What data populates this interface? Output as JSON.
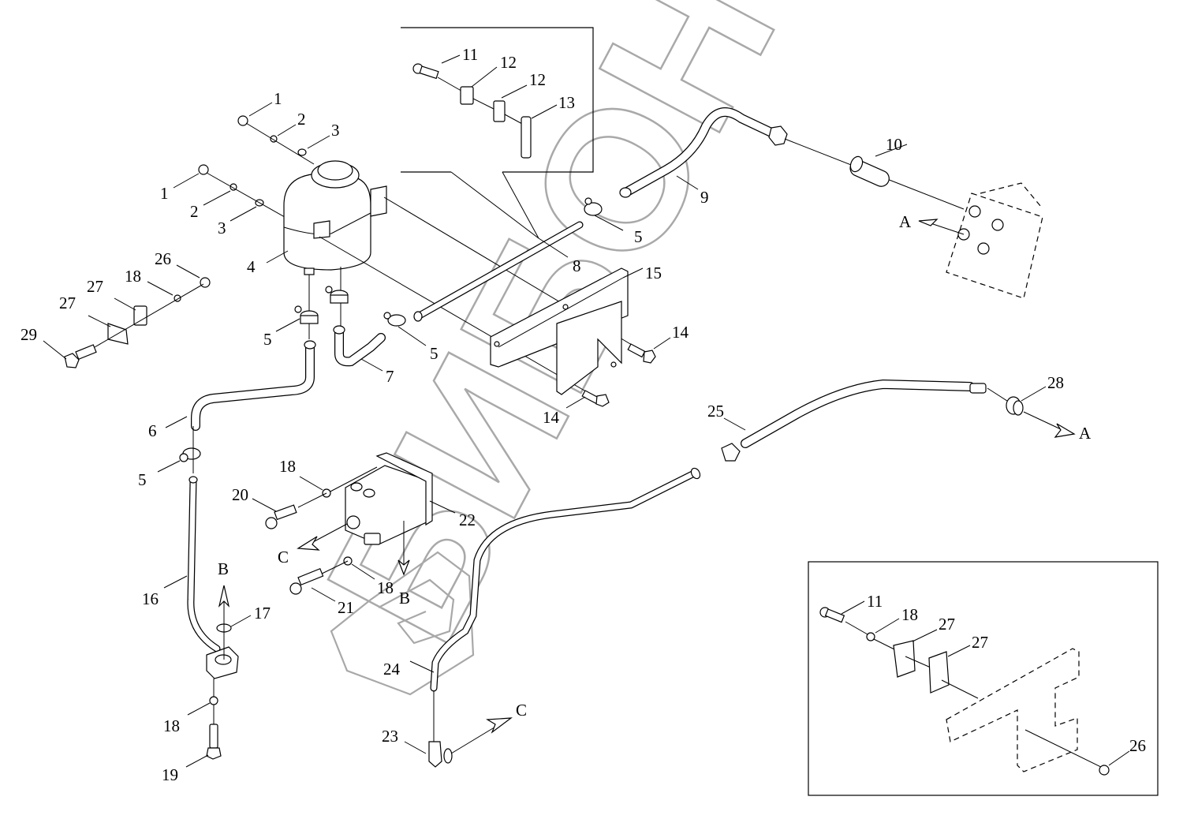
{
  "diagram": {
    "type": "exploded-parts-diagram",
    "subject": "Hydraulic steering oil tank and pump lines",
    "watermark": "БИБОН",
    "callouts": {
      "c1a": "1",
      "c2a": "2",
      "c3a": "3",
      "c1b": "1",
      "c2b": "2",
      "c3b": "3",
      "c4": "4",
      "c5a": "5",
      "c5b": "5",
      "c5c": "5",
      "c5d": "5",
      "c6": "6",
      "c7": "7",
      "c8": "8",
      "c9": "9",
      "c10": "10",
      "c11a": "11",
      "c12a": "12",
      "c12b": "12",
      "c13": "13",
      "c14a": "14",
      "c14b": "14",
      "c15": "15",
      "c16": "16",
      "c17": "17",
      "c18a": "18",
      "c18b": "18",
      "c18c": "18",
      "c18d": "18",
      "c19": "19",
      "c20": "20",
      "c21": "21",
      "c22": "22",
      "c23": "23",
      "c24": "24",
      "c25": "25",
      "c26a": "26",
      "c27a": "27",
      "c27b": "27",
      "c28": "28",
      "c29": "29",
      "c11b": "11",
      "c18e": "18",
      "c27c": "27",
      "c27d": "27",
      "c26b": "26"
    },
    "flow_arrows": {
      "a_left": "A",
      "a_right": "A",
      "b_up": "B",
      "b_down": "B",
      "c_left": "C",
      "c_right": "C"
    },
    "insets": [
      {
        "name": "inset-clamp-detail-top",
        "parts": [
          "11",
          "12",
          "12",
          "13"
        ]
      },
      {
        "name": "inset-bracket-detail-bottom",
        "parts": [
          "11",
          "18",
          "27",
          "27",
          "26"
        ]
      }
    ]
  }
}
